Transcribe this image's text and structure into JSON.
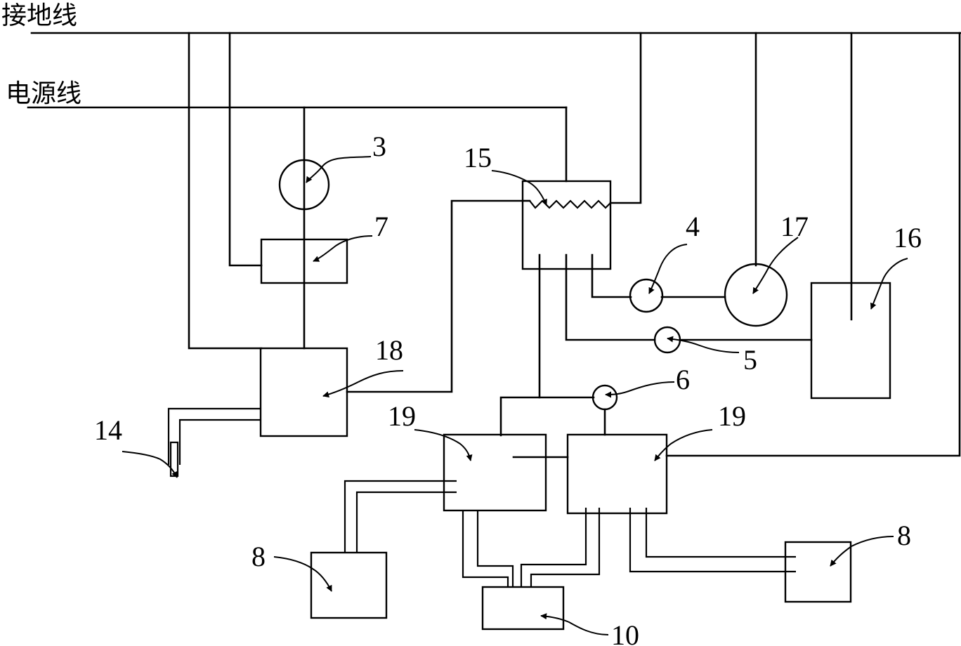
{
  "wires": {
    "ground_label": "接地线",
    "power_label": "电源线"
  },
  "labels": {
    "n3": "3",
    "n4": "4",
    "n5": "5",
    "n6": "6",
    "n7": "7",
    "n8_left": "8",
    "n8_right": "8",
    "n10": "10",
    "n14": "14",
    "n15": "15",
    "n16": "16",
    "n17": "17",
    "n18": "18",
    "n19_left": "19",
    "n19_right": "19"
  }
}
